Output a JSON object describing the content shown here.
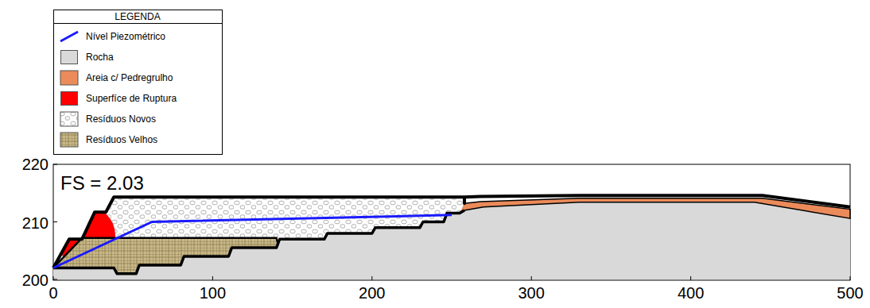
{
  "diagram": {
    "labels": [
      "LEGENDA",
      "FS = 2.03",
      "220",
      "210",
      "200",
      "0",
      "100",
      "200",
      "300",
      "400",
      "500"
    ],
    "legend": [
      {
        "text": "Nível Piezométrico"
      },
      {
        "text": "Rocha",
        "color": "#d9d9d9"
      },
      {
        "text": "Areia c/ Pedregrulho"
      },
      {
        "text": "Superfíce de Ruptura",
        "color": "#ff0000"
      },
      {
        "text": "Resíduos Novos"
      },
      {
        "text": "Resíduos Velhos"
      }
    ]
  }
}
